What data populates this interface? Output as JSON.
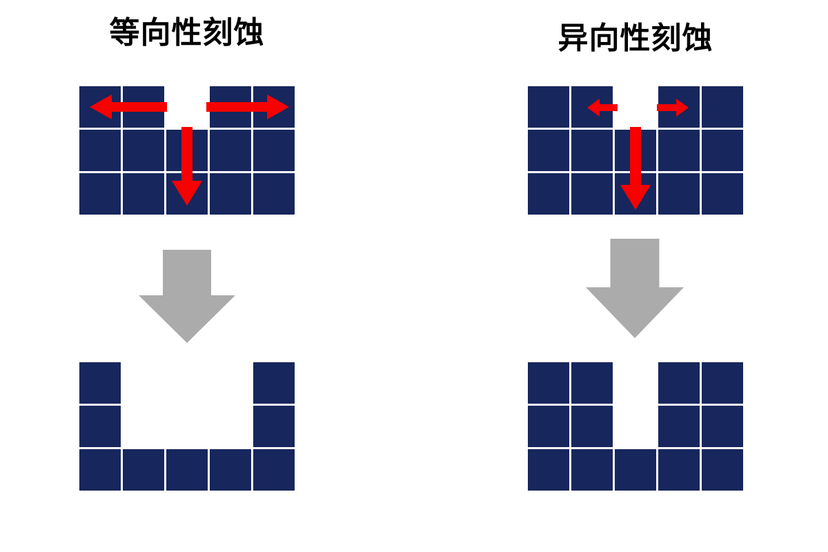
{
  "diagram": {
    "background": "#ffffff",
    "description_visible_text_only": true
  },
  "colors": {
    "material": "#17265c",
    "etch_arrow": "#f70000",
    "process_arrow": "#ababab",
    "title_text": "#000000"
  },
  "panels": [
    {
      "id": "isotropic",
      "title": "等向性刻蚀",
      "top_grid": {
        "rows": 3,
        "cols": 5,
        "missing": [
          [
            0,
            2
          ]
        ]
      },
      "etch_arrows": [
        {
          "icon": "etch-arrow-left-icon",
          "direction": "left",
          "size": "large"
        },
        {
          "icon": "etch-arrow-right-icon",
          "direction": "right",
          "size": "large"
        },
        {
          "icon": "etch-arrow-down-icon",
          "direction": "down",
          "size": "large"
        }
      ],
      "process_arrow": {
        "icon": "process-arrow-down-icon",
        "direction": "down"
      },
      "bottom_grid": {
        "rows": 3,
        "cols": 5,
        "missing": [
          [
            0,
            1
          ],
          [
            0,
            2
          ],
          [
            0,
            3
          ],
          [
            1,
            1
          ],
          [
            1,
            2
          ],
          [
            1,
            3
          ]
        ]
      }
    },
    {
      "id": "anisotropic",
      "title": "异向性刻蚀",
      "top_grid": {
        "rows": 3,
        "cols": 5,
        "missing": [
          [
            0,
            2
          ]
        ]
      },
      "etch_arrows": [
        {
          "icon": "etch-arrow-left-small-icon",
          "direction": "left",
          "size": "small"
        },
        {
          "icon": "etch-arrow-right-small-icon",
          "direction": "right",
          "size": "small"
        },
        {
          "icon": "etch-arrow-down-icon",
          "direction": "down",
          "size": "large"
        }
      ],
      "process_arrow": {
        "icon": "process-arrow-down-icon",
        "direction": "down"
      },
      "bottom_grid": {
        "rows": 3,
        "cols": 5,
        "missing": [
          [
            0,
            2
          ],
          [
            1,
            2
          ]
        ]
      }
    }
  ]
}
